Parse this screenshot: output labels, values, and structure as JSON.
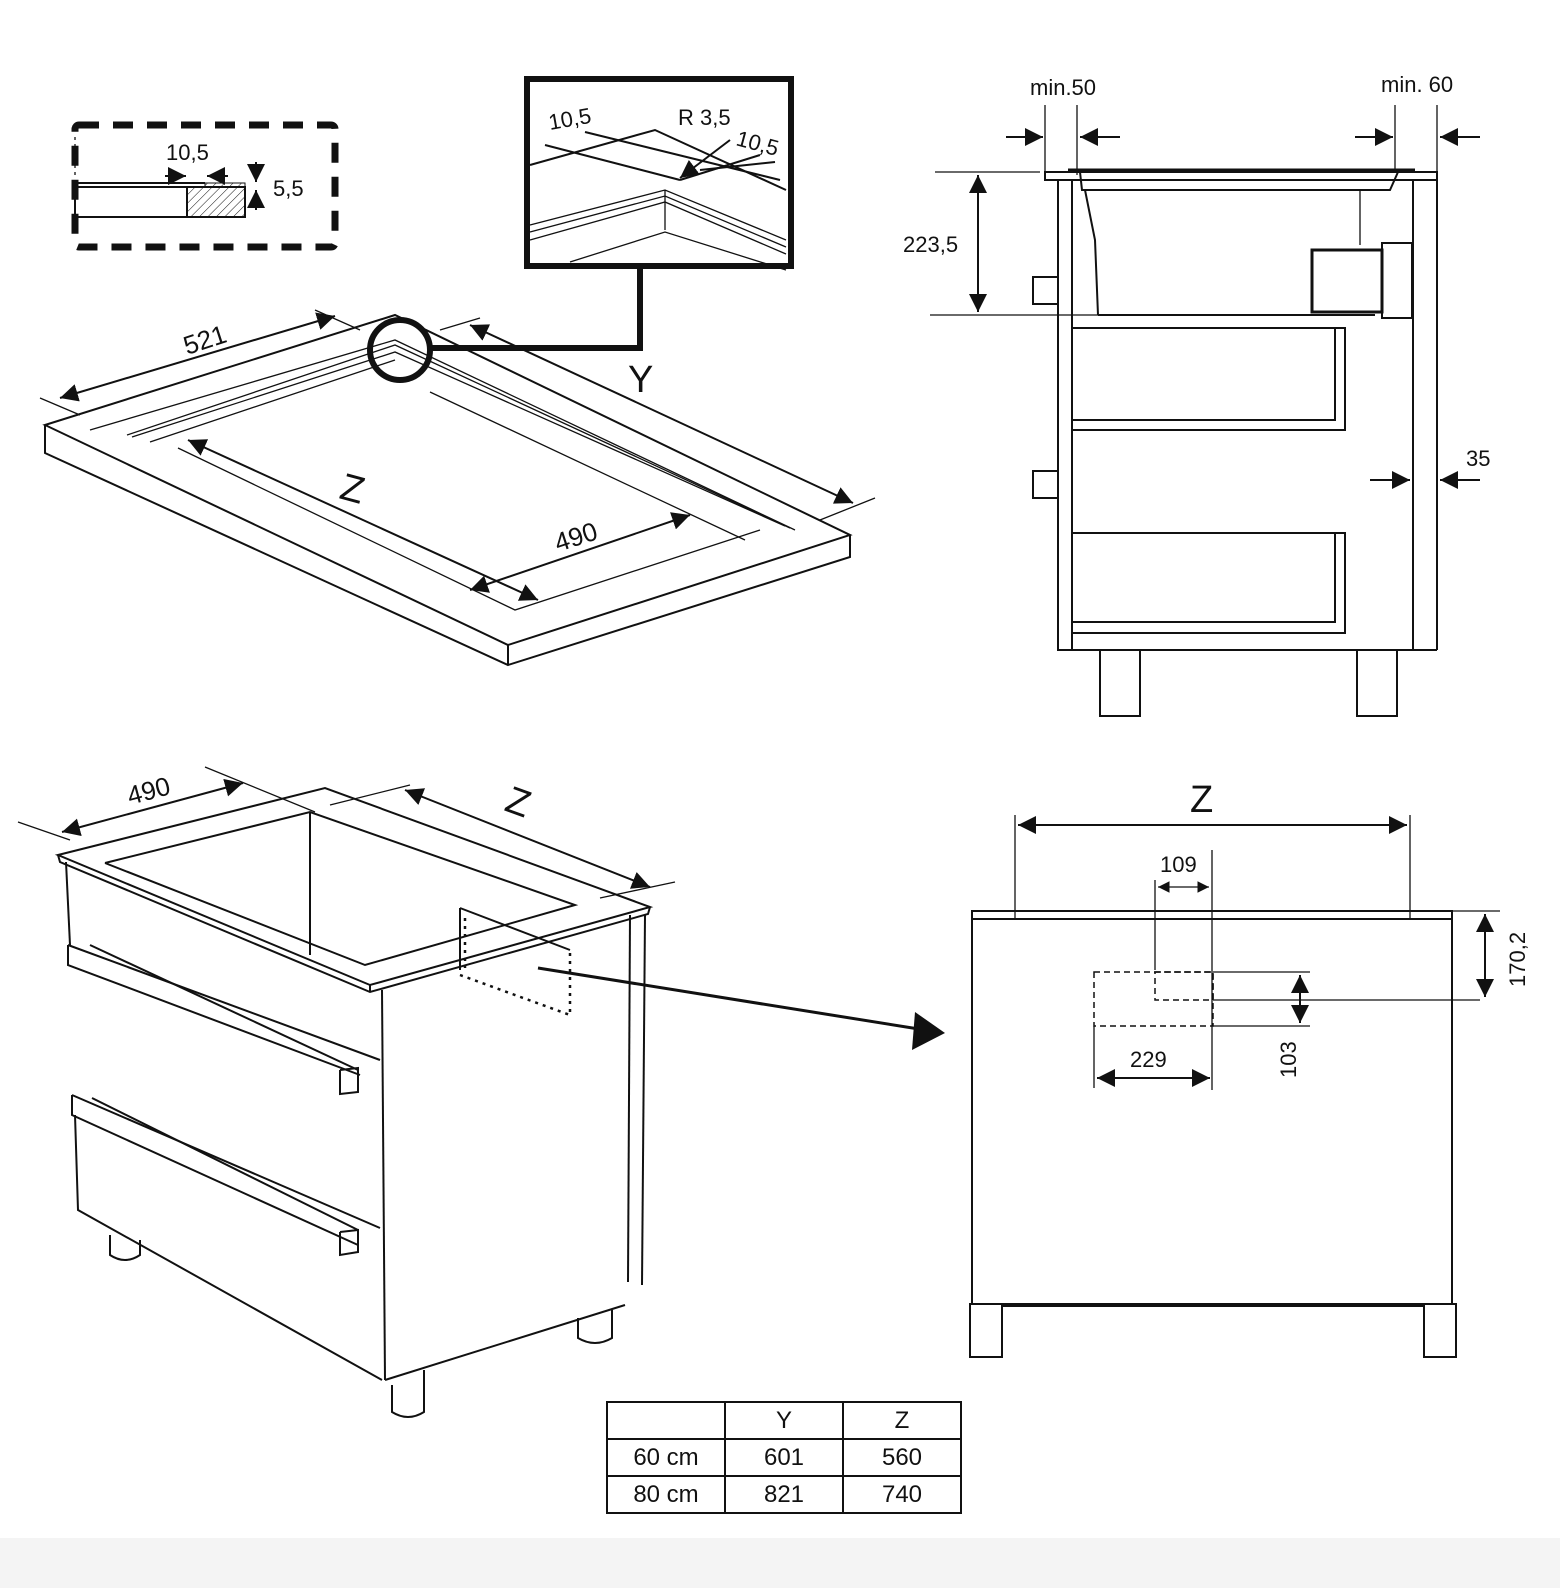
{
  "title": "Built-in installation dimensions for hob with base cabinet",
  "detail_edge": {
    "label_width": "10,5",
    "label_depth": "5,5"
  },
  "detail_corner": {
    "label_left": "10,5",
    "label_radius": "R 3,5",
    "label_right": "10,5"
  },
  "worktop_view": {
    "label_depth": "521",
    "label_inner_depth": "490",
    "label_z": "Z",
    "label_y": "Y"
  },
  "side_view": {
    "label_min_front": "min.50",
    "label_min_back": "min. 60",
    "label_height": "223,5",
    "label_back_gap": "35"
  },
  "cabinet_view": {
    "label_depth": "490",
    "label_z": "Z"
  },
  "front_view": {
    "label_z": "Z",
    "label_109": "109",
    "label_1702": "170,2",
    "label_229": "229",
    "label_103": "103"
  },
  "table": {
    "headers": [
      "",
      "Y",
      "Z"
    ],
    "rows": [
      [
        "60 cm",
        "601",
        "560"
      ],
      [
        "80 cm",
        "821",
        "740"
      ]
    ]
  }
}
